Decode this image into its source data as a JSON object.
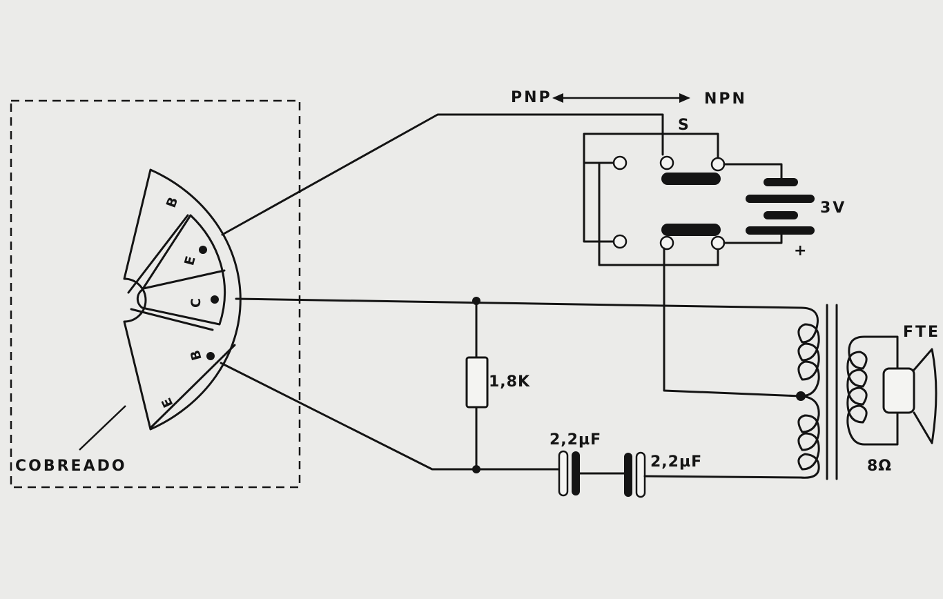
{
  "board": {
    "label": "COBREADO",
    "pads": {
      "top_b": "B",
      "e_upper": "E",
      "c": "C",
      "b_lower": "B",
      "e_lower": "E"
    }
  },
  "switch": {
    "label": "S",
    "left_label": "PNP",
    "right_label": "NPN"
  },
  "battery": {
    "voltage": "3V",
    "polarity": "+"
  },
  "resistor": {
    "value": "1,8K"
  },
  "capacitors": {
    "c1": "2,2µF",
    "c2": "2,2µF"
  },
  "speaker": {
    "label": "FTE",
    "impedance": "8Ω"
  }
}
